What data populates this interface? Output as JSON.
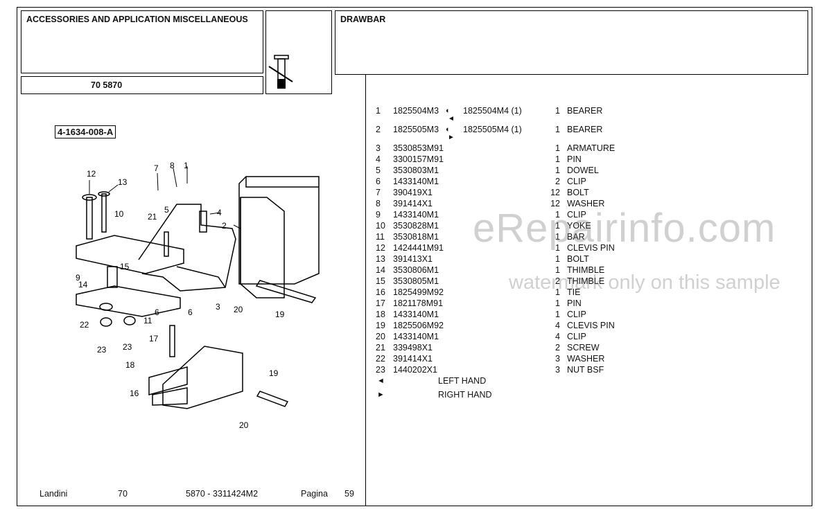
{
  "header": {
    "section_title": "ACCESSORIES AND APPLICATION MISCELLANEOUS",
    "model_code": "70 5870",
    "group_title": "DRAWBAR",
    "icon": "part-pin-icon"
  },
  "diagram": {
    "ref_code": "4-1634-008-A",
    "callouts": [
      "12",
      "13",
      "7",
      "8",
      "1",
      "10",
      "21",
      "5",
      "4",
      "2",
      "15",
      "9",
      "14",
      "3",
      "6",
      "6",
      "20",
      "22",
      "11",
      "19",
      "23",
      "23",
      "17",
      "18",
      "16",
      "19",
      "20"
    ]
  },
  "parts": [
    {
      "no": "1",
      "part": "1825504M3",
      "alt": "1825504M4 (1)",
      "qty": "1",
      "desc": "BEARER",
      "icon": "half-circle-icon",
      "side": "◄"
    },
    {
      "no": "2",
      "part": "1825505M3",
      "alt": "1825505M4 (1)",
      "qty": "1",
      "desc": "BEARER",
      "icon": "half-circle-icon",
      "side": "►"
    },
    {
      "no": "3",
      "part": "3530853M91",
      "qty": "1",
      "desc": "ARMATURE"
    },
    {
      "no": "4",
      "part": "3300157M91",
      "qty": "1",
      "desc": "PIN"
    },
    {
      "no": "5",
      "part": "3530803M1",
      "qty": "1",
      "desc": "DOWEL"
    },
    {
      "no": "6",
      "part": "1433140M1",
      "qty": "2",
      "desc": "CLIP"
    },
    {
      "no": "7",
      "part": "390419X1",
      "qty": "12",
      "desc": "BOLT"
    },
    {
      "no": "8",
      "part": "391414X1",
      "qty": "12",
      "desc": "WASHER"
    },
    {
      "no": "9",
      "part": "1433140M1",
      "qty": "1",
      "desc": "CLIP"
    },
    {
      "no": "10",
      "part": "3530828M1",
      "qty": "1",
      "desc": "YOKE"
    },
    {
      "no": "11",
      "part": "3530818M1",
      "qty": "1",
      "desc": "BAR"
    },
    {
      "no": "12",
      "part": "1424441M91",
      "qty": "1",
      "desc": "CLEVIS PIN"
    },
    {
      "no": "13",
      "part": "391413X1",
      "qty": "1",
      "desc": "BOLT"
    },
    {
      "no": "14",
      "part": "3530806M1",
      "qty": "1",
      "desc": "THIMBLE"
    },
    {
      "no": "15",
      "part": "3530805M1",
      "qty": "2",
      "desc": "THIMBLE"
    },
    {
      "no": "16",
      "part": "1825499M92",
      "qty": "1",
      "desc": "TIE"
    },
    {
      "no": "17",
      "part": "1821178M91",
      "qty": "1",
      "desc": "PIN"
    },
    {
      "no": "18",
      "part": "1433140M1",
      "qty": "1",
      "desc": "CLIP"
    },
    {
      "no": "19",
      "part": "1825506M92",
      "qty": "4",
      "desc": "CLEVIS PIN"
    },
    {
      "no": "20",
      "part": "1433140M1",
      "qty": "4",
      "desc": "CLIP"
    },
    {
      "no": "21",
      "part": "339498X1",
      "qty": "2",
      "desc": "SCREW"
    },
    {
      "no": "22",
      "part": "391414X1",
      "qty": "3",
      "desc": "WASHER"
    },
    {
      "no": "23",
      "part": "1440202X1",
      "qty": "3",
      "desc": "NUT BSF"
    }
  ],
  "legend": [
    {
      "glyph": "◄",
      "text": "LEFT HAND"
    },
    {
      "glyph": "►",
      "text": "RIGHT HAND"
    }
  ],
  "footer": {
    "brand": "Landini",
    "series": "70",
    "doc": "5870 - 3311424M2",
    "page_label": "Pagina",
    "page_no": "59"
  },
  "watermark": {
    "line1": "eRepairinfo.com",
    "line2": "watermark only on this sample"
  }
}
